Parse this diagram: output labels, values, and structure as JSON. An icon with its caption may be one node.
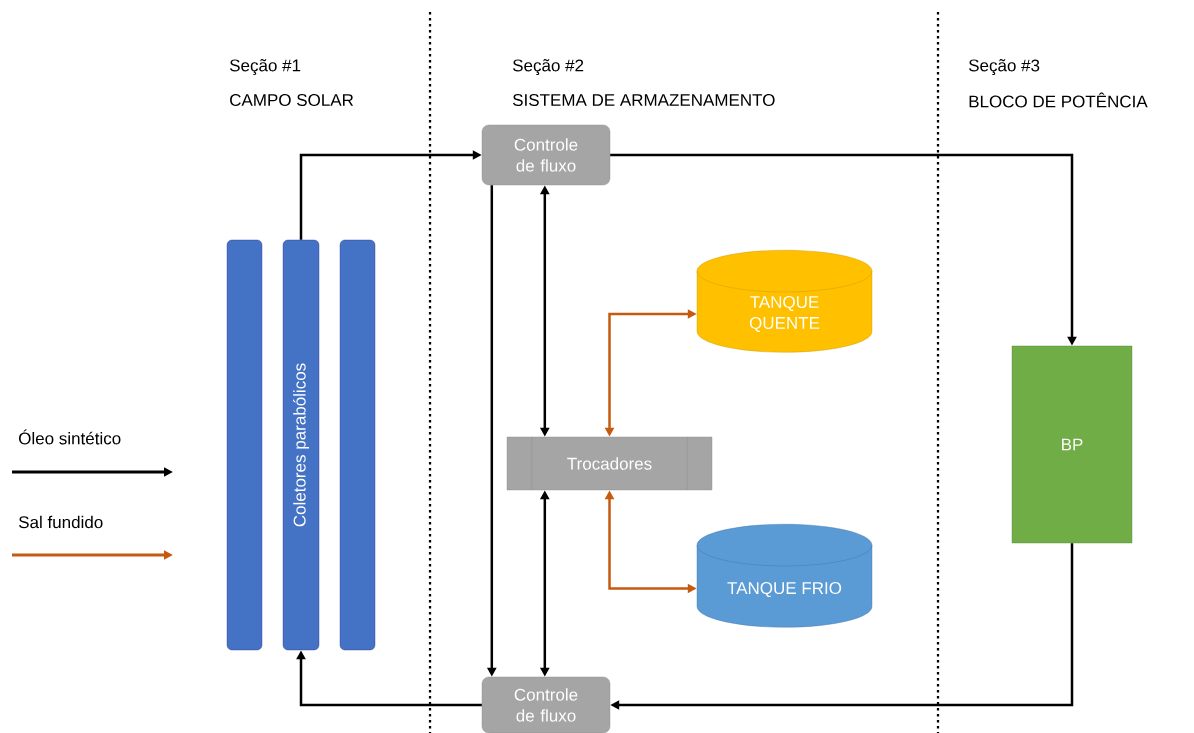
{
  "diagram": {
    "nodes": [
      {
        "text": [],
        "shape": "bar"
      },
      {
        "text": [
          "Coletores parabólicos"
        ]
      },
      {
        "text": [],
        "shape": "bar"
      },
      {
        "text": [
          "Controle de fluxo"
        ]
      },
      {
        "text": [
          "Controle de fluxo"
        ]
      },
      {
        "text": [
          "TANQUE QUENTE"
        ]
      },
      {
        "text": [
          "Trocadores"
        ]
      },
      {
        "text": [
          "TANQUE FRIO"
        ]
      },
      {
        "text": [
          "BP"
        ]
      }
    ],
    "edges": [
      {
        "from": 1,
        "to": 3,
        "arrow": "to"
      },
      {
        "from": 3,
        "to": 8,
        "arrow": "to"
      },
      {
        "from": 8,
        "to": 4,
        "arrow": "to"
      },
      {
        "from": 4,
        "to": 1,
        "arrow": "to"
      },
      {
        "from": 3,
        "to": 4,
        "arrow": "to"
      },
      {
        "from": 6,
        "to": 3,
        "arrow": "both"
      },
      {
        "from": 6,
        "to": 4,
        "arrow": "both"
      },
      {
        "from": 6,
        "to": 5,
        "arrow": "both",
        "color": "#c55a11"
      },
      {
        "from": 6,
        "to": 7,
        "arrow": "both",
        "color": "#c55a11"
      }
    ],
    "labels": [
      "Seção #1",
      "CAMPO SOLAR",
      "Seção #2",
      "SISTEMA DE ARMAZENAMENTO",
      "Seção #3",
      "BLOCO DE POTÊNCIA"
    ],
    "legend": [
      {
        "text": "Óleo sintético"
      },
      {
        "text": "Sal fundido"
      }
    ]
  }
}
